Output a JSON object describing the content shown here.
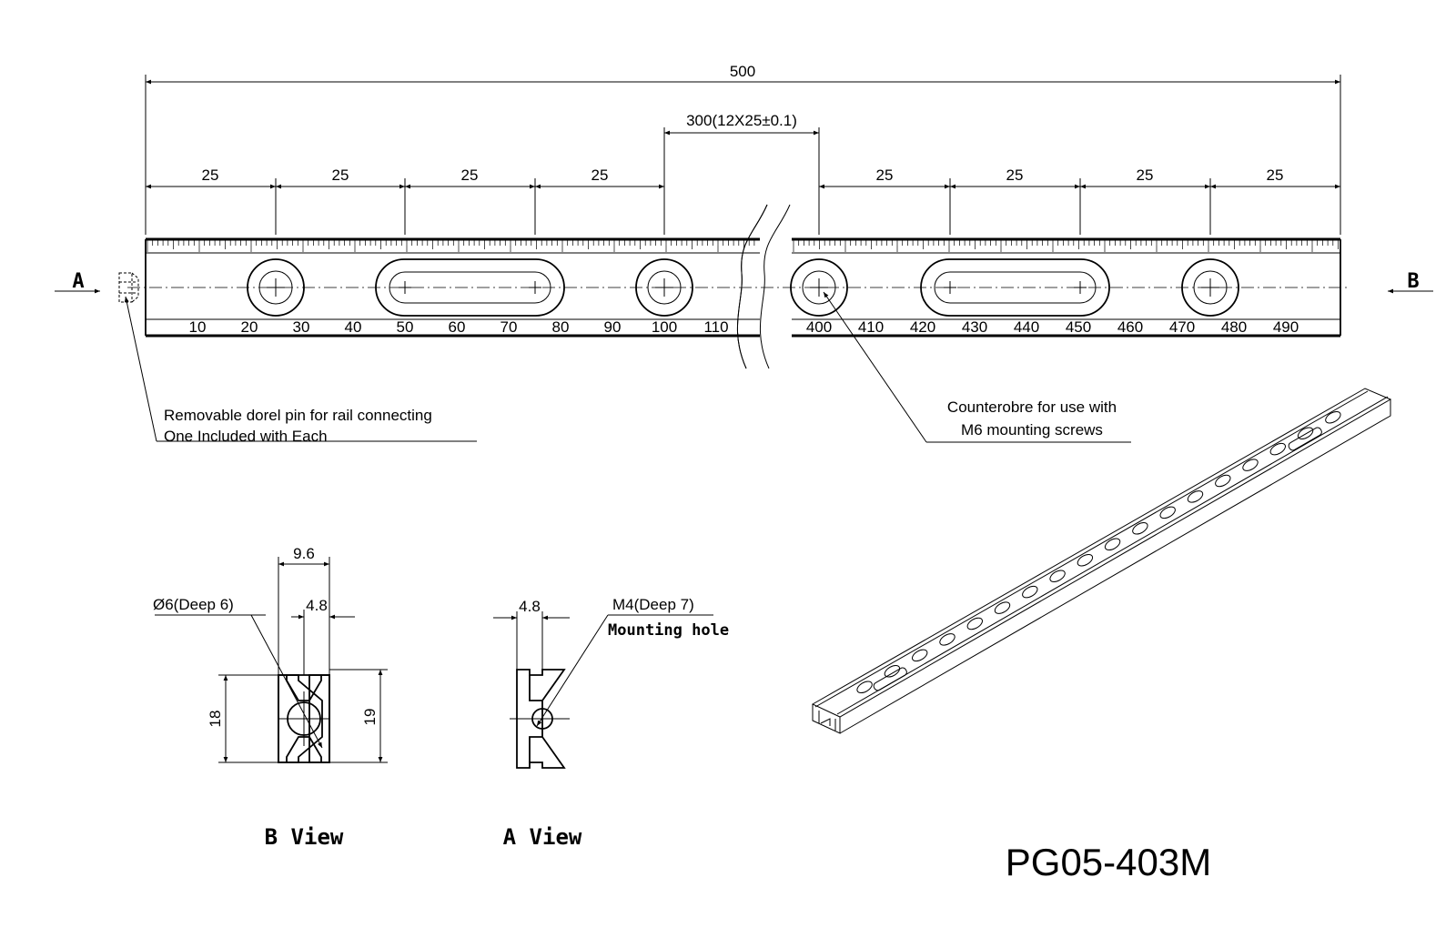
{
  "dimensions": {
    "overall": "500",
    "pitch_span": "300(12X25±0.1)",
    "segments": [
      "25",
      "25",
      "25",
      "25",
      "25",
      "25",
      "25",
      "25"
    ]
  },
  "scale_labels": [
    "10",
    "20",
    "30",
    "40",
    "50",
    "60",
    "70",
    "80",
    "90",
    "100",
    "110",
    "400",
    "410",
    "420",
    "430",
    "440",
    "450",
    "460",
    "470",
    "480",
    "490"
  ],
  "view_arrows": {
    "left": "A",
    "right": "B"
  },
  "notes": {
    "dowel_line1": "Removable dorel pin for rail connecting",
    "dowel_line2": "One Included with Each",
    "counterbore_line1": "Counterobre for use with",
    "counterbore_line2": "M6 mounting screws"
  },
  "b_view": {
    "label": "B View",
    "width": "9.6",
    "half_width": "4.8",
    "hole": "Ø6(Deep 6)",
    "height_left": "18",
    "height_right": "19"
  },
  "a_view": {
    "label": "A View",
    "half_width": "4.8",
    "hole_line1": "M4(Deep 7)",
    "hole_line2": "Mounting hole"
  },
  "part_number": "PG05-403M"
}
